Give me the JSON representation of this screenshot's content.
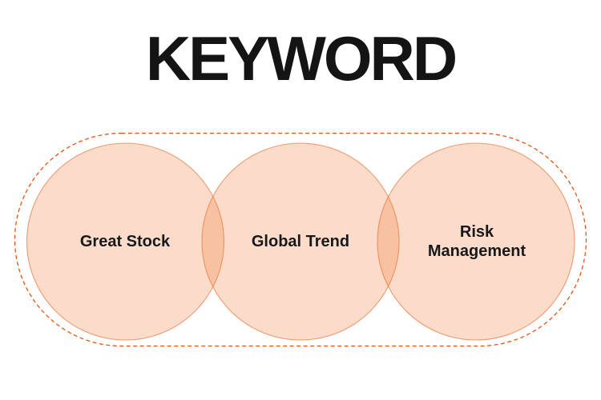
{
  "title": {
    "text": "KEYWORD",
    "color": "#141414"
  },
  "venn": {
    "border": {
      "color": "#E95510",
      "style": "dashed"
    },
    "circle": {
      "fill": "#EF732B",
      "fill_opacity": "0.25",
      "stroke": "#E8763C",
      "stroke_opacity": "0.7"
    },
    "overlap_color": "#F8C2A2",
    "label_color": "#17181B",
    "circles": [
      {
        "label": "Great Stock"
      },
      {
        "label": "Global Trend"
      },
      {
        "label": "Risk Management"
      }
    ]
  }
}
